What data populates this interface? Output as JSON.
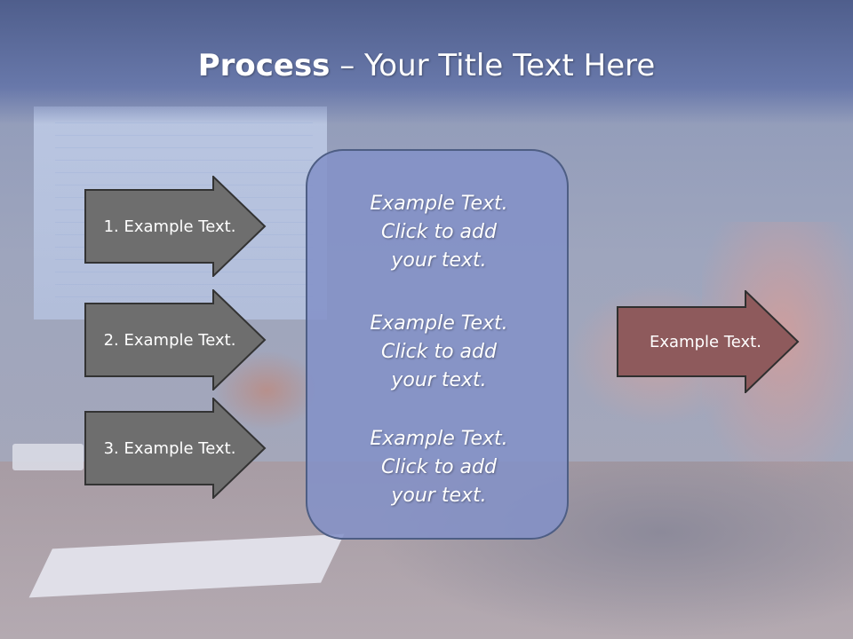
{
  "title": {
    "bold": "Process",
    "rest": " – Your Title Text Here"
  },
  "left_arrows": [
    {
      "label": "1. Example Text."
    },
    {
      "label": "2. Example Text."
    },
    {
      "label": "3. Example Text."
    }
  ],
  "center_box": {
    "blocks": [
      {
        "line1": "Example Text.",
        "line2": "Click  to add",
        "line3": "your text."
      },
      {
        "line1": "Example Text.",
        "line2": "Click  to add",
        "line3": "your text."
      },
      {
        "line1": "Example Text.",
        "line2": "Click  to add",
        "line3": "your text."
      }
    ]
  },
  "right_arrow": {
    "label": "Example Text."
  },
  "colors": {
    "left_arrow_fill": "#6e6e6e",
    "right_arrow_fill": "#8e5a5c",
    "center_box_fill": "#8291c8",
    "title_band": "#5a6a9a"
  }
}
